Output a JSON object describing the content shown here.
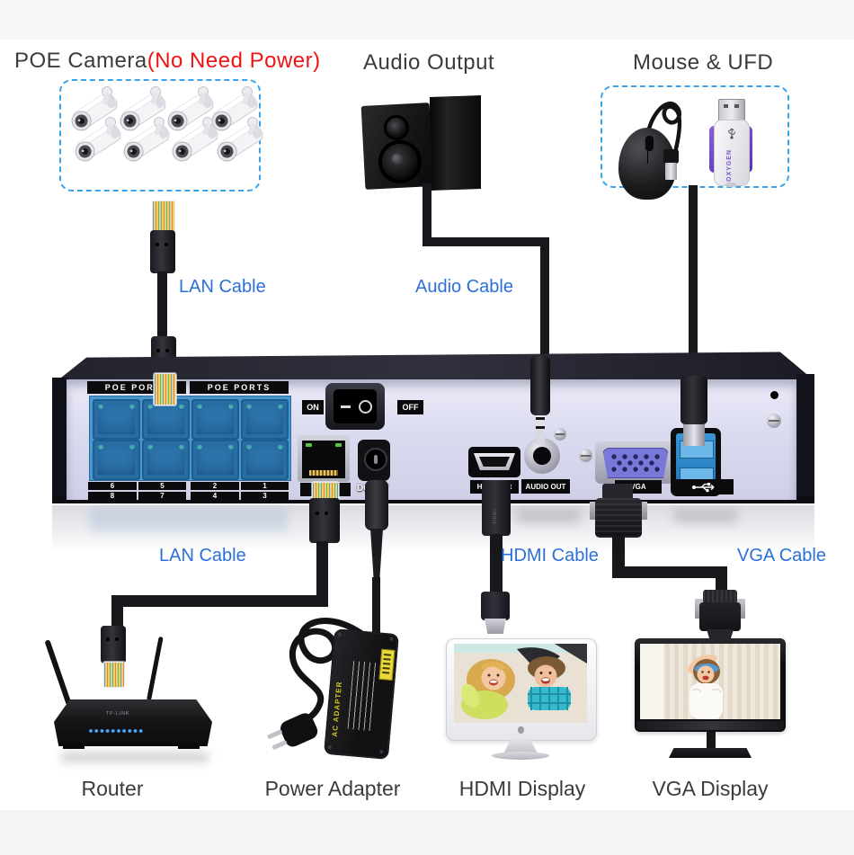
{
  "colors": {
    "label_blue": "#2b6fd9",
    "alert_red": "#ee1414",
    "dash_border": "#3aa2e8",
    "heading_gray": "#3b3b3b",
    "nvr_panel": "#dcdcf0",
    "poe_panel_blue": "#4a97cc"
  },
  "headings": {
    "camera_black": "POE Camera",
    "camera_red": "(No Need Power)",
    "audio": "Audio Output",
    "mouse_ufd": "Mouse & UFD"
  },
  "cable_labels": {
    "lan_top": "LAN Cable",
    "audio": "Audio Cable",
    "lan_bottom": "LAN Cable",
    "hdmi": "HDMI Cable",
    "vga": "VGA Cable"
  },
  "nvr": {
    "poe_ports_left": "POE PORTS",
    "poe_ports_right": "POE PORTS",
    "port_numbers_row1": [
      "6",
      "5",
      "2",
      "1"
    ],
    "port_numbers_row2": [
      "8",
      "7",
      "4",
      "3"
    ],
    "on": "ON",
    "off": "OFF",
    "dc": "DC 48V",
    "hdmi_port": "HDMI Port",
    "audio_out": "AUDIO OUT",
    "vga": "VGA",
    "usb_icon": "usb-trident"
  },
  "devices": {
    "router": "Router",
    "power_adapter": "Power Adapter",
    "hdmi_display": "HDMI Display",
    "vga_display": "VGA Display",
    "ufd_brand": "OXYGEN",
    "adapter_side_text": "AC ADAPTER",
    "hdmi_connector_text": "HDMI",
    "router_brand": "TP-LINK"
  }
}
